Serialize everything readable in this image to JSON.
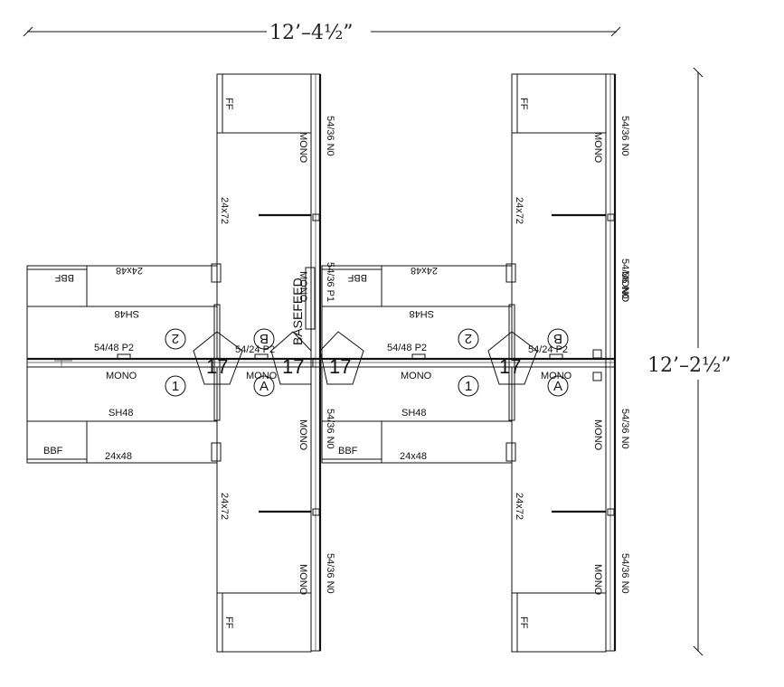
{
  "dimensions": {
    "width_label": "12’–4½”",
    "height_label": "12’–2½”"
  },
  "labels": {
    "ff": "FF",
    "bbf": "BBF",
    "mono": "MONO",
    "panel_5436_n0": "54/36 N0",
    "panel_5436_p1": "54/36 P1",
    "panel_5448_p2": "54/48 P2",
    "panel_5424_p2": "54/24 P2",
    "surface_24x72": "24x72",
    "surface_24x48": "24x48",
    "shelf_sh48": "SH48",
    "basefeed": "BASEFEED",
    "corner_17": "17",
    "tag_1": "1",
    "tag_2": "2",
    "tag_a": "A",
    "tag_b": "B"
  }
}
